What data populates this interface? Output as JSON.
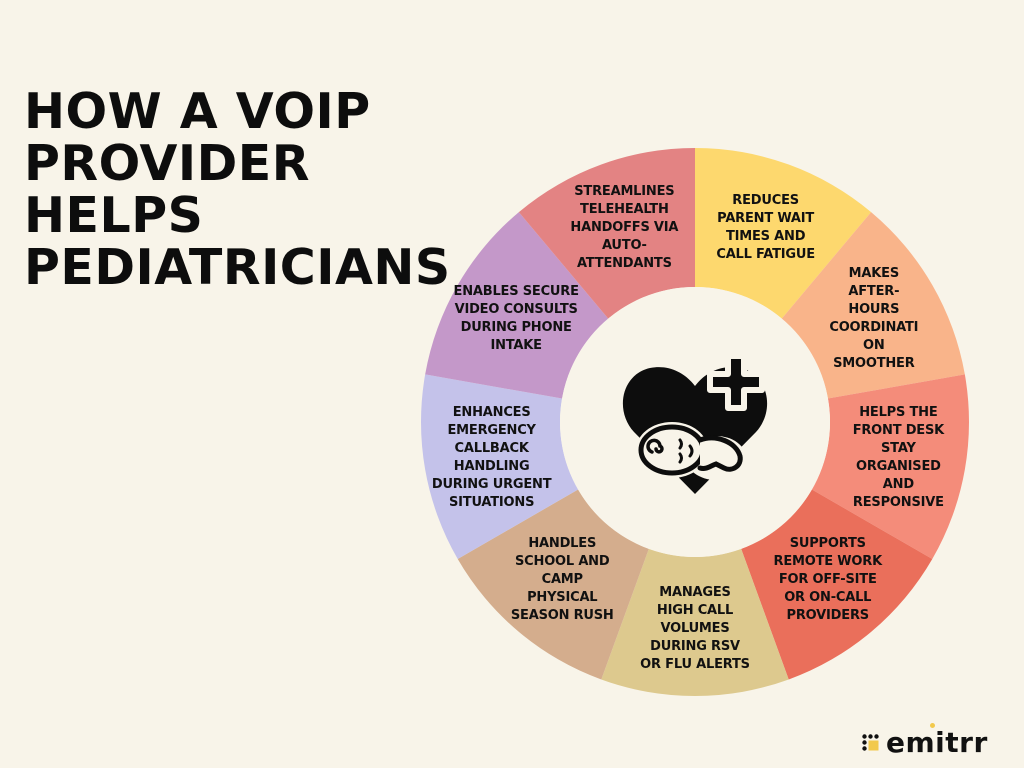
{
  "title": {
    "lines": [
      "HOW A VOIP",
      "PROVIDER",
      "HELPS",
      "PEDIATRICIANS"
    ]
  },
  "wheel": {
    "center": {
      "icon": "baby-heart-plus-icon"
    },
    "segments": [
      {
        "label": "REDUCES\nPARENT WAIT\nTIMES AND\nCALL FATIGUE",
        "color": "#fdd86e"
      },
      {
        "label": "MAKES\nAFTER-\nHOURS\nCOORDINATI\nON\nSMOOTHER",
        "color": "#f9b48a"
      },
      {
        "label": "HELPS THE\nFRONT DESK\nSTAY\nORGANISED\nAND\nRESPONSIVE",
        "color": "#f48c7a"
      },
      {
        "label": "SUPPORTS\nREMOTE WORK\nFOR OFF-SITE\nOR ON-CALL\nPROVIDERS",
        "color": "#ea6f5b"
      },
      {
        "label": "MANAGES\nHIGH CALL\nVOLUMES\nDURING RSV\nOR FLU ALERTS",
        "color": "#ddc98e"
      },
      {
        "label": "HANDLES\nSCHOOL AND\nCAMP\nPHYSICAL\nSEASON RUSH",
        "color": "#d4ad8d"
      },
      {
        "label": "ENHANCES\nEMERGENCY\nCALLBACK\nHANDLING\nDURING URGENT\nSITUATIONS",
        "color": "#c4c2ea"
      },
      {
        "label": "ENABLES SECURE\nVIDEO CONSULTS\nDURING PHONE\nINTAKE",
        "color": "#c498c9"
      },
      {
        "label": "STREAMLINES\nTELEHEALTH\nHANDOFFS VIA\nAUTO-\nATTENDANTS",
        "color": "#e38383"
      }
    ]
  },
  "brand": {
    "name": "emitrr",
    "accent": "#f2c94c"
  },
  "colors": {
    "background": "#f8f4e9",
    "text": "#111111"
  }
}
